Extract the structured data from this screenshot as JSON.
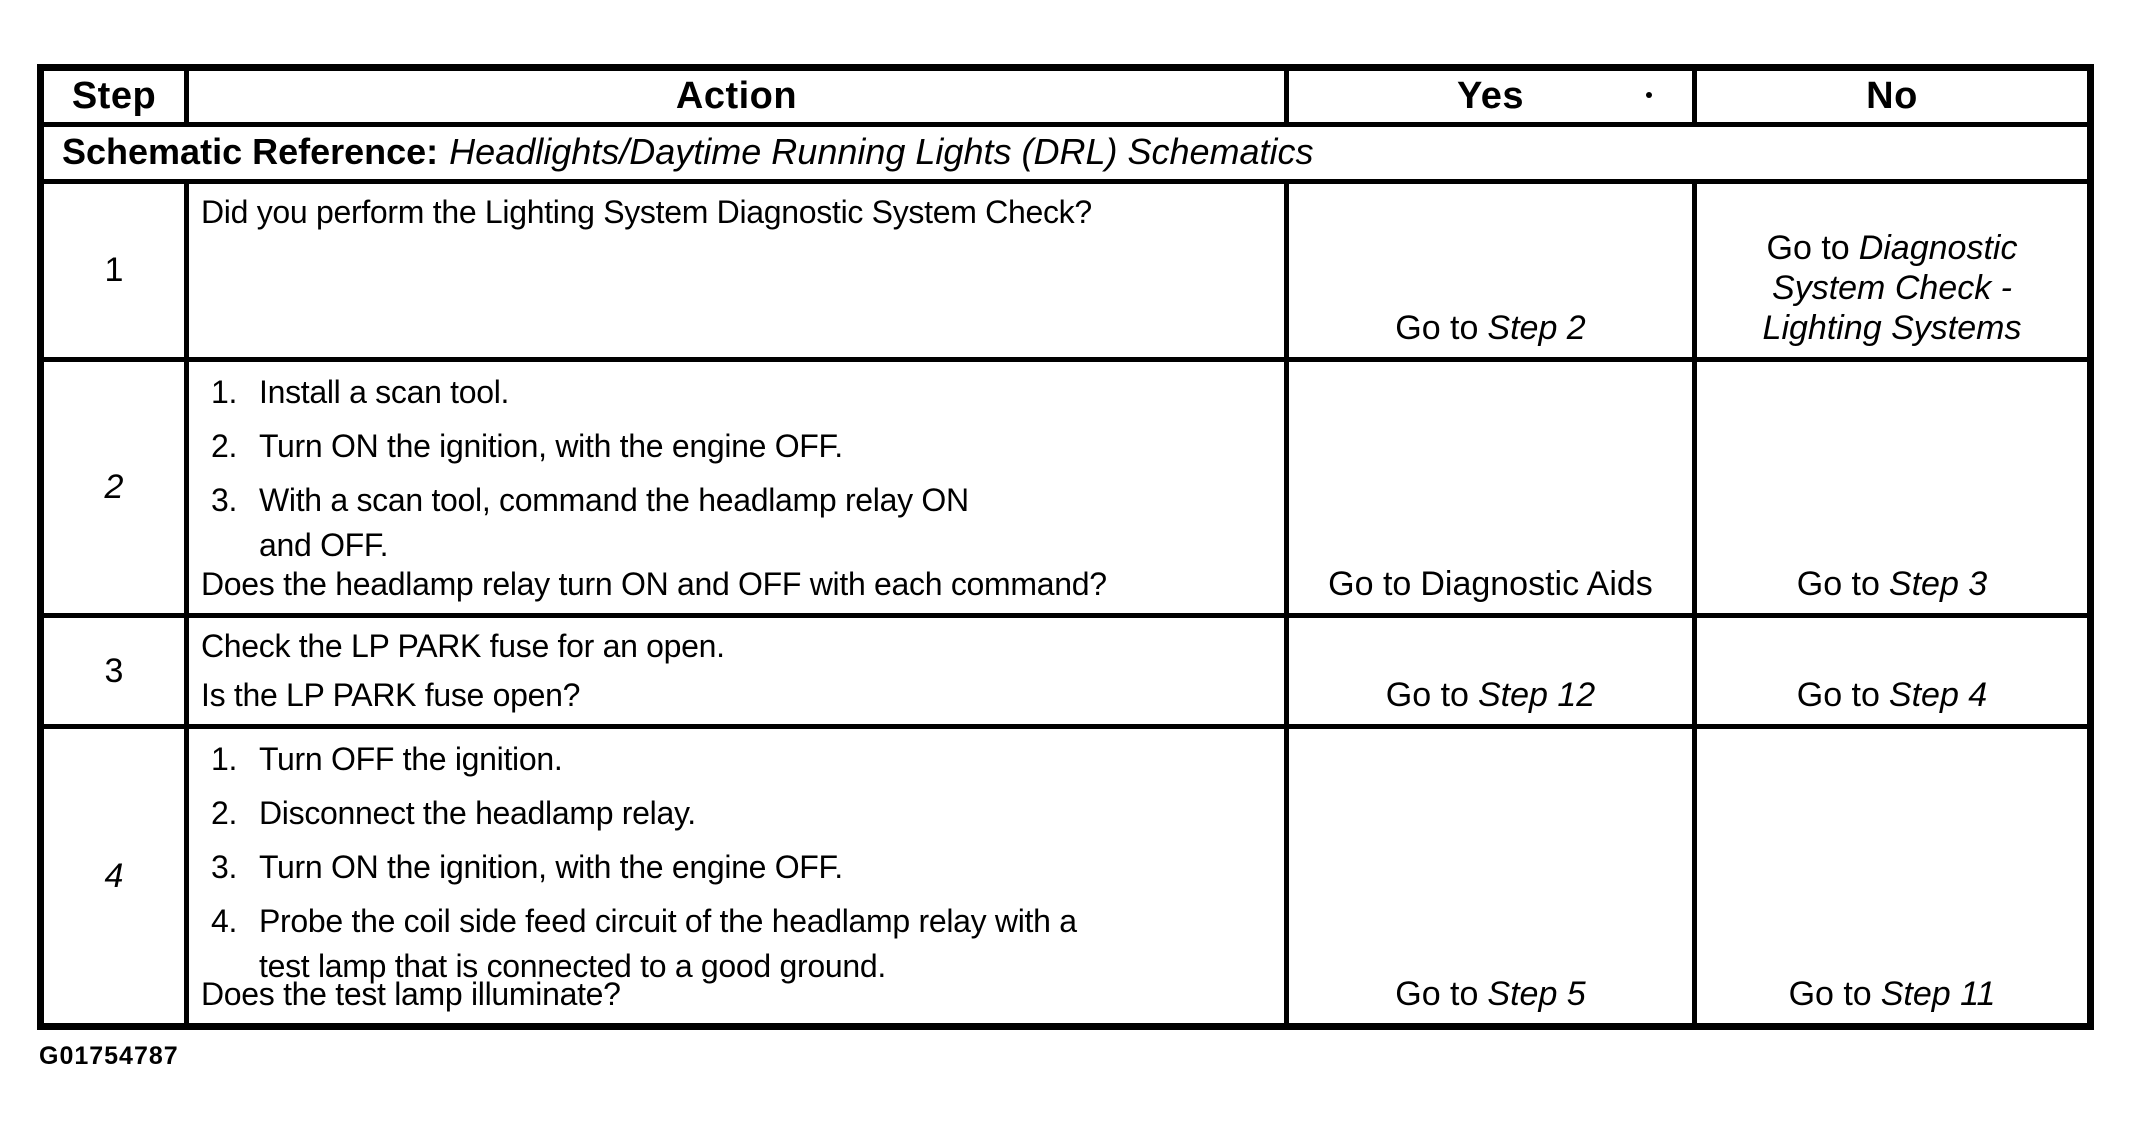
{
  "figure_id": "G01754787",
  "colors": {
    "ink": "#000000",
    "paper": "#ffffff"
  },
  "table": {
    "headers": {
      "step": "Step",
      "action": "Action",
      "yes": "Yes",
      "no": "No"
    },
    "schematic_reference": {
      "label": "Schematic Reference:",
      "value": "Headlights/Daytime Running Lights (DRL) Schematics"
    },
    "rows": [
      {
        "step": "1",
        "question": "Did you perform the Lighting System Diagnostic System Check?",
        "yes": {
          "prefix": "Go to",
          "target": "Step 2"
        },
        "no": {
          "prefix": "Go to",
          "target": "Diagnostic System Check - Lighting Systems"
        }
      },
      {
        "step": "2",
        "steps": [
          {
            "num": "1.",
            "text": "Install a scan tool."
          },
          {
            "num": "2.",
            "text": "Turn ON the ignition, with the engine OFF."
          },
          {
            "num": "3.",
            "text": "With a scan tool, command the headlamp relay ON\nand OFF."
          }
        ],
        "question": "Does the headlamp relay turn ON and OFF with each command?",
        "yes": {
          "prefix": "Go to",
          "target": "Diagnostic Aids"
        },
        "no": {
          "prefix": "Go to",
          "target": "Step 3"
        }
      },
      {
        "step": "3",
        "instruction": "Check the LP PARK fuse for an open.",
        "question": "Is the LP PARK fuse open?",
        "yes": {
          "prefix": "Go to",
          "target": "Step 12"
        },
        "no": {
          "prefix": "Go to",
          "target": "Step 4"
        }
      },
      {
        "step": "4",
        "steps": [
          {
            "num": "1.",
            "text": "Turn OFF the ignition."
          },
          {
            "num": "2.",
            "text": "Disconnect the headlamp relay."
          },
          {
            "num": "3.",
            "text": "Turn ON the ignition, with the engine OFF."
          },
          {
            "num": "4.",
            "text": "Probe the coil side feed circuit of the headlamp relay with a\ntest lamp that is connected to a good ground."
          }
        ],
        "question": "Does the test lamp illuminate?",
        "yes": {
          "prefix": "Go to",
          "target": "Step 5"
        },
        "no": {
          "prefix": "Go to",
          "target": "Step 11"
        }
      }
    ]
  }
}
